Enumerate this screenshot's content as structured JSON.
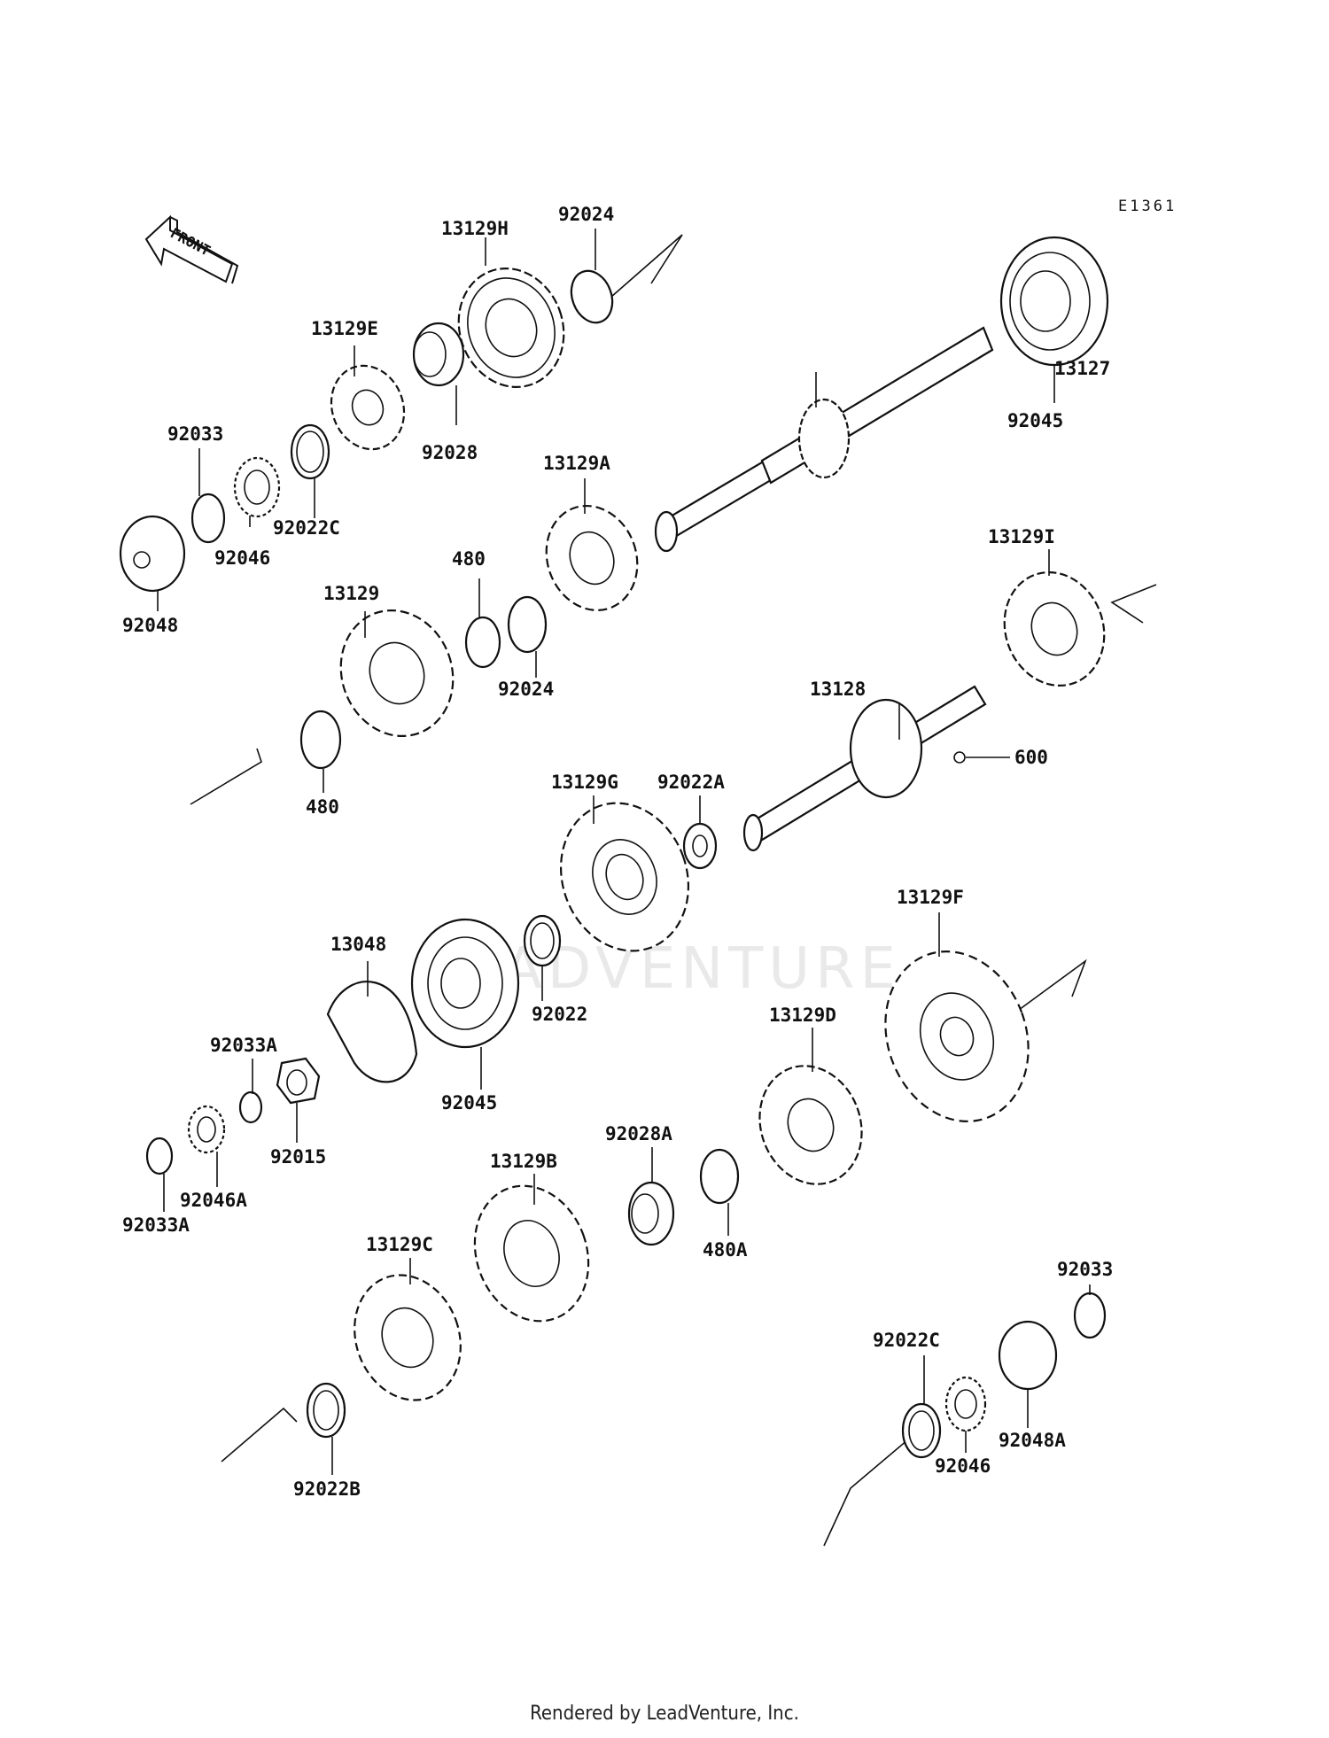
{
  "diagram_code": "E1361",
  "front_arrow_label": "FRONT",
  "watermark": "LEADVENTURE",
  "footer": "Rendered by LeadVenture, Inc.",
  "labels": {
    "l_13129H": "13129H",
    "l_92024a": "92024",
    "l_13129E": "13129E",
    "l_92028": "92028",
    "l_13127": "13127",
    "l_92045a": "92045",
    "l_92033a": "92033",
    "l_92046a": "92046",
    "l_92022Ca": "92022C",
    "l_13129A": "13129A",
    "l_92048": "92048",
    "l_480a": "480",
    "l_13129": "13129",
    "l_92024b": "92024",
    "l_13129I": "13129I",
    "l_480b": "480",
    "l_13128": "13128",
    "l_600": "600",
    "l_13129G": "13129G",
    "l_92022A": "92022A",
    "l_13048": "13048",
    "l_13129F": "13129F",
    "l_92022": "92022",
    "l_92045b": "92045",
    "l_92033Aa": "92033A",
    "l_13129D": "13129D",
    "l_92015": "92015",
    "l_92028A": "92028A",
    "l_13129B": "13129B",
    "l_92046A": "92046A",
    "l_92033Ab": "92033A",
    "l_480A": "480A",
    "l_13129C": "13129C",
    "l_92033b": "92033",
    "l_92022Cb": "92022C",
    "l_92048A": "92048A",
    "l_92046b": "92046",
    "l_92022B": "92022B"
  }
}
